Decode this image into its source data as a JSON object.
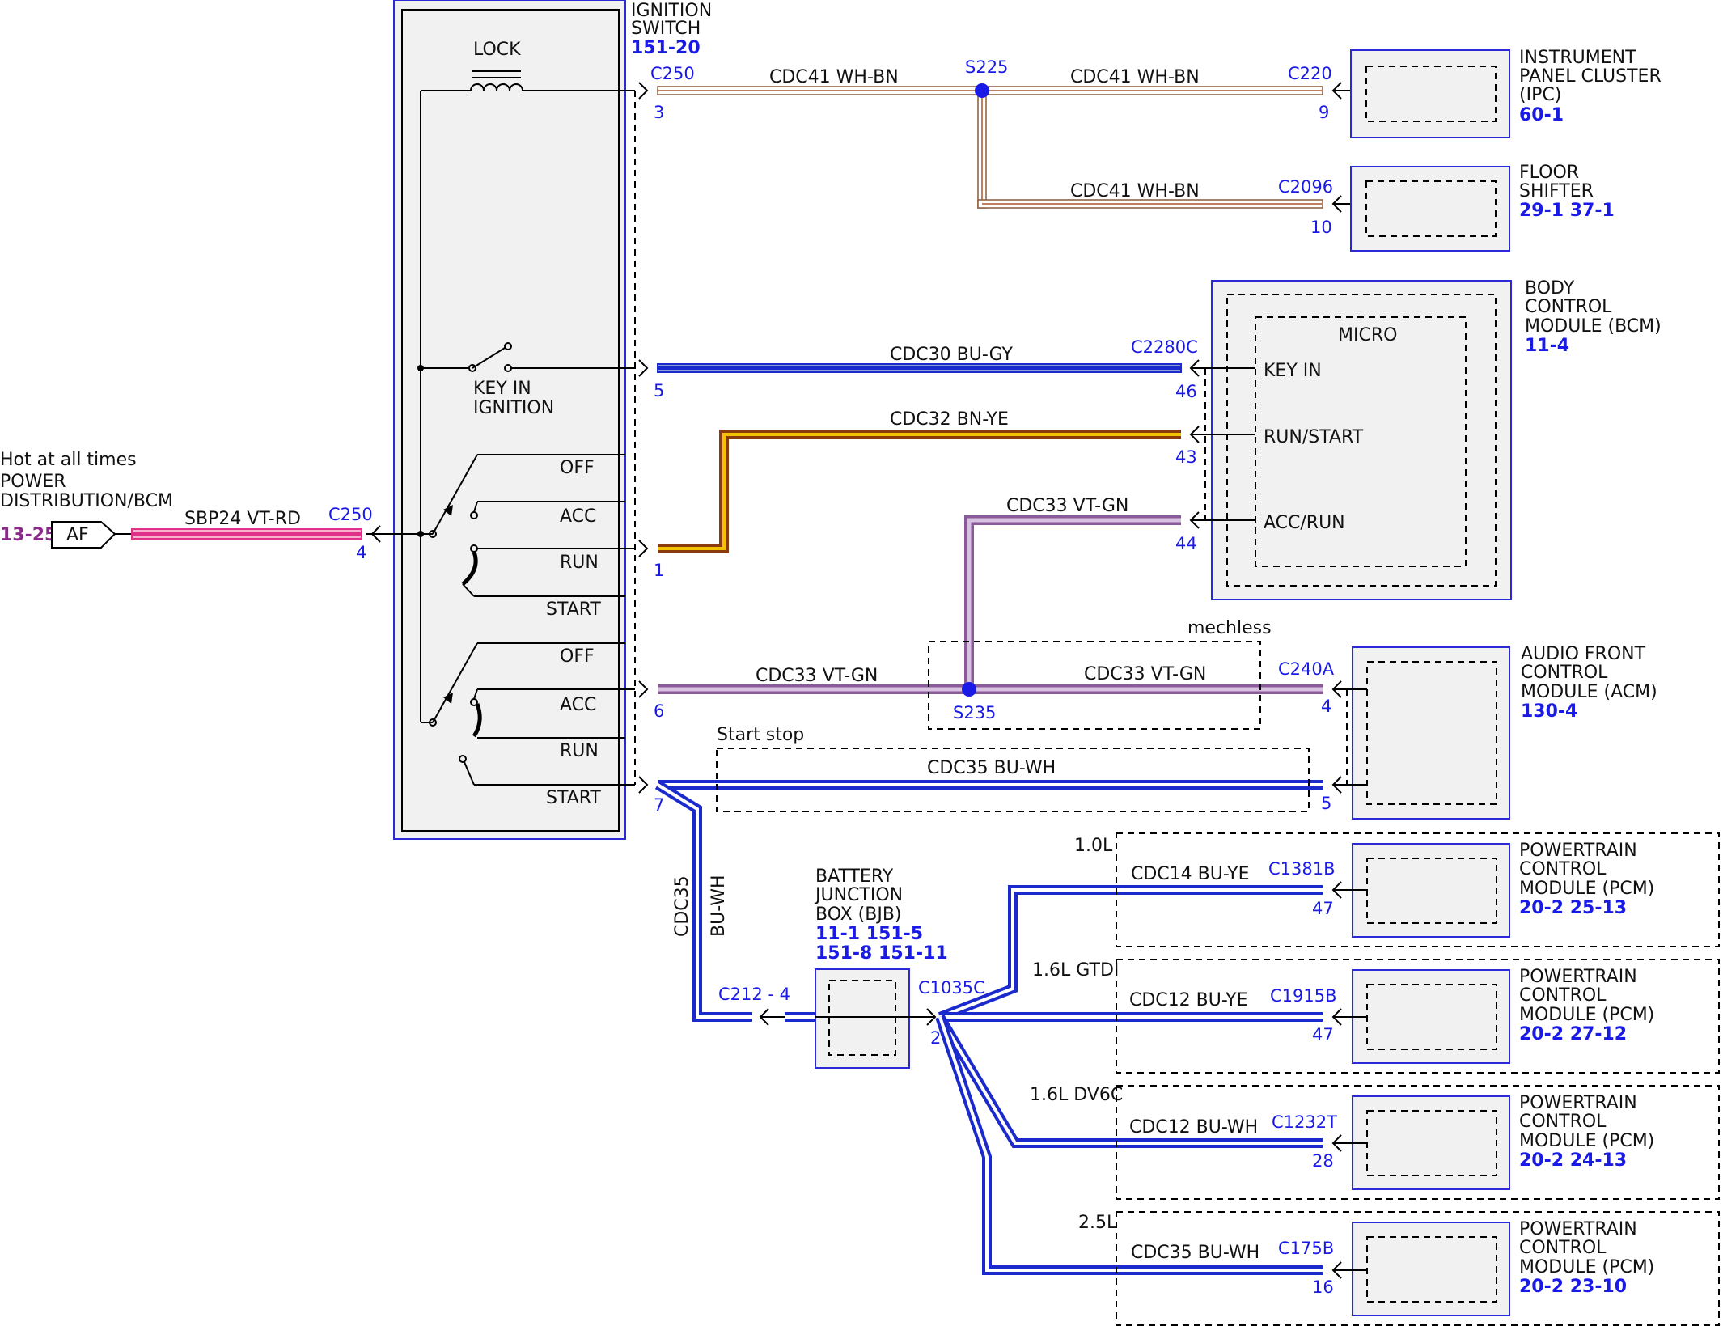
{
  "colors": {
    "connector_text": "#1a1ae6",
    "page_ref_purple": "#8b2a8b",
    "wire_wh_bn": "#8b5a3c",
    "wire_bu_gy": "#1a2acc",
    "wire_bn_ye": "#8b3a0e",
    "wire_bn_ye_stripe": "#f2c200",
    "wire_vt_gn": "#a070b0",
    "wire_bu_wh": "#1a2acc",
    "wire_vt_rd": "#e0308a",
    "splice_dot": "#1a1ae6"
  },
  "ignition_switch": {
    "title_line1": "IGNITION",
    "title_line2": "SWITCH",
    "ref": "151-20",
    "lock": "LOCK",
    "key_in_line1": "KEY IN",
    "key_in_line2": "IGNITION",
    "positions_1": [
      "OFF",
      "ACC",
      "RUN",
      "START"
    ],
    "positions_2": [
      "OFF",
      "ACC",
      "RUN",
      "START"
    ]
  },
  "power": {
    "line1": "Hot at all times",
    "line2": "POWER",
    "line3": "DISTRIBUTION/BCM",
    "ref": "13-25",
    "fuse": "AF",
    "wire": "SBP24  VT-RD",
    "connector": "C250",
    "pin": "4"
  },
  "c250": {
    "name": "C250",
    "pin_3": "3",
    "pin_5": "5",
    "pin_1": "1",
    "pin_6": "6",
    "pin_7": "7"
  },
  "wires": {
    "cdc41_a": "CDC41  WH-BN",
    "cdc41_b": "CDC41  WH-BN",
    "cdc41_c": "CDC41  WH-BN",
    "cdc30": "CDC30  BU-GY",
    "cdc32": "CDC32  BN-YE",
    "cdc33_a": "CDC33  VT-GN",
    "cdc33_b": "CDC33  VT-GN",
    "cdc33_c": "CDC33  VT-GN",
    "cdc35_top": "CDC35  BU-WH",
    "cdc35_vert_1": "CDC35",
    "cdc35_vert_2": "BU-WH",
    "cdc14": "CDC14  BU-YE",
    "cdc12_a": "CDC12  BU-YE",
    "cdc12_b": "CDC12  BU-WH",
    "cdc35_bot": "CDC35  BU-WH"
  },
  "splices": {
    "s225": "S225",
    "s235": "S235"
  },
  "notes": {
    "mechless": "mechless",
    "start_stop": "Start stop",
    "engine_10l": "1.0L",
    "engine_16l_gtdi": "1.6L GTDI",
    "engine_16l_dv6c": "1.6L DV6C",
    "engine_25l": "2.5L"
  },
  "ipc": {
    "line1": "INSTRUMENT",
    "line2": "PANEL CLUSTER",
    "line3": "(IPC)",
    "ref": "60-1",
    "connector": "C220",
    "pin": "9"
  },
  "floor_shifter": {
    "line1": "FLOOR",
    "line2": "SHIFTER",
    "ref": "29-1   37-1",
    "connector": "C2096",
    "pin": "10"
  },
  "bcm": {
    "line1": "BODY",
    "line2": "CONTROL",
    "line3": "MODULE (BCM)",
    "ref": "11-4",
    "micro": "MICRO",
    "key_in": "KEY IN",
    "run_start": "RUN/START",
    "acc_run": "ACC/RUN",
    "connector": "C2280C",
    "pin_46": "46",
    "pin_43": "43",
    "pin_44": "44"
  },
  "acm": {
    "line1": "AUDIO FRONT",
    "line2": "CONTROL",
    "line3": "MODULE (ACM)",
    "ref": "130-4",
    "connector": "C240A",
    "pin_4": "4",
    "pin_5": "5"
  },
  "bjb": {
    "line1": "BATTERY",
    "line2": "JUNCTION",
    "line3": "BOX (BJB)",
    "ref1": "11-1   151-5",
    "ref2": "151-8   151-11",
    "conn_left": "C212 - 4",
    "conn_right": "C1035C",
    "pin": "2"
  },
  "pcm": [
    {
      "line1": "POWERTRAIN",
      "line2": "CONTROL",
      "line3": "MODULE (PCM)",
      "ref": "20-2   25-13",
      "connector": "C1381B",
      "pin": "47"
    },
    {
      "line1": "POWERTRAIN",
      "line2": "CONTROL",
      "line3": "MODULE (PCM)",
      "ref": "20-2   27-12",
      "connector": "C1915B",
      "pin": "47"
    },
    {
      "line1": "POWERTRAIN",
      "line2": "CONTROL",
      "line3": "MODULE (PCM)",
      "ref": "20-2   24-13",
      "connector": "C1232T",
      "pin": "28"
    },
    {
      "line1": "POWERTRAIN",
      "line2": "CONTROL",
      "line3": "MODULE (PCM)",
      "ref": "20-2   23-10",
      "connector": "C175B",
      "pin": "16"
    }
  ]
}
